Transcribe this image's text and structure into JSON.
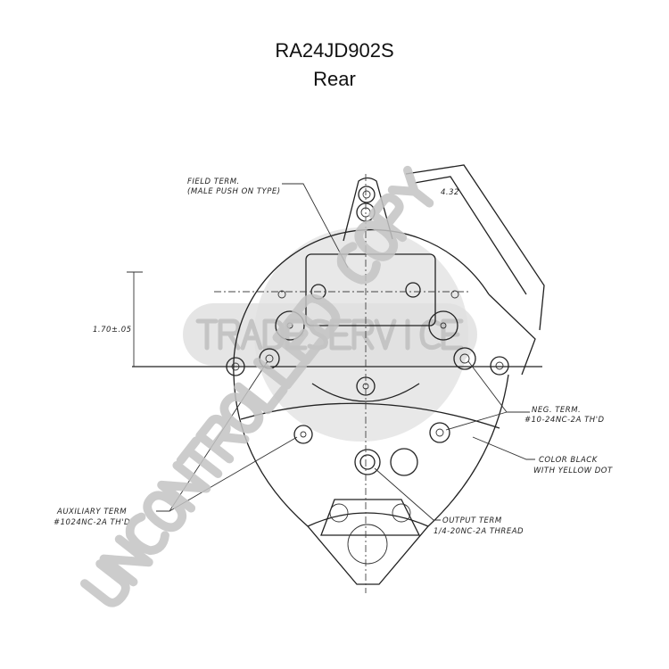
{
  "header": {
    "part_number": "RA24JD902S",
    "view": "Rear"
  },
  "labels": {
    "field_term_1": "FIELD TERM.",
    "field_term_2": "(MALE PUSH ON TYPE)",
    "dimension_top": "4.32",
    "dimension_side": "1.70±.05",
    "neg_term_1": "NEG. TERM.",
    "neg_term_2": "#10-24NC-2A TH'D",
    "color_1": "COLOR BLACK",
    "color_2": "WITH YELLOW DOT",
    "aux_term_1": "AUXILIARY TERM",
    "aux_term_2": "#1024NC-2A TH'D",
    "output_term_1": "OUTPUT TERM",
    "output_term_2": "1/4-20NC-2A THREAD"
  },
  "watermark": {
    "logo_text": "TRADESERVICE",
    "stamp_text": "UNCONTROLLED COPY"
  }
}
